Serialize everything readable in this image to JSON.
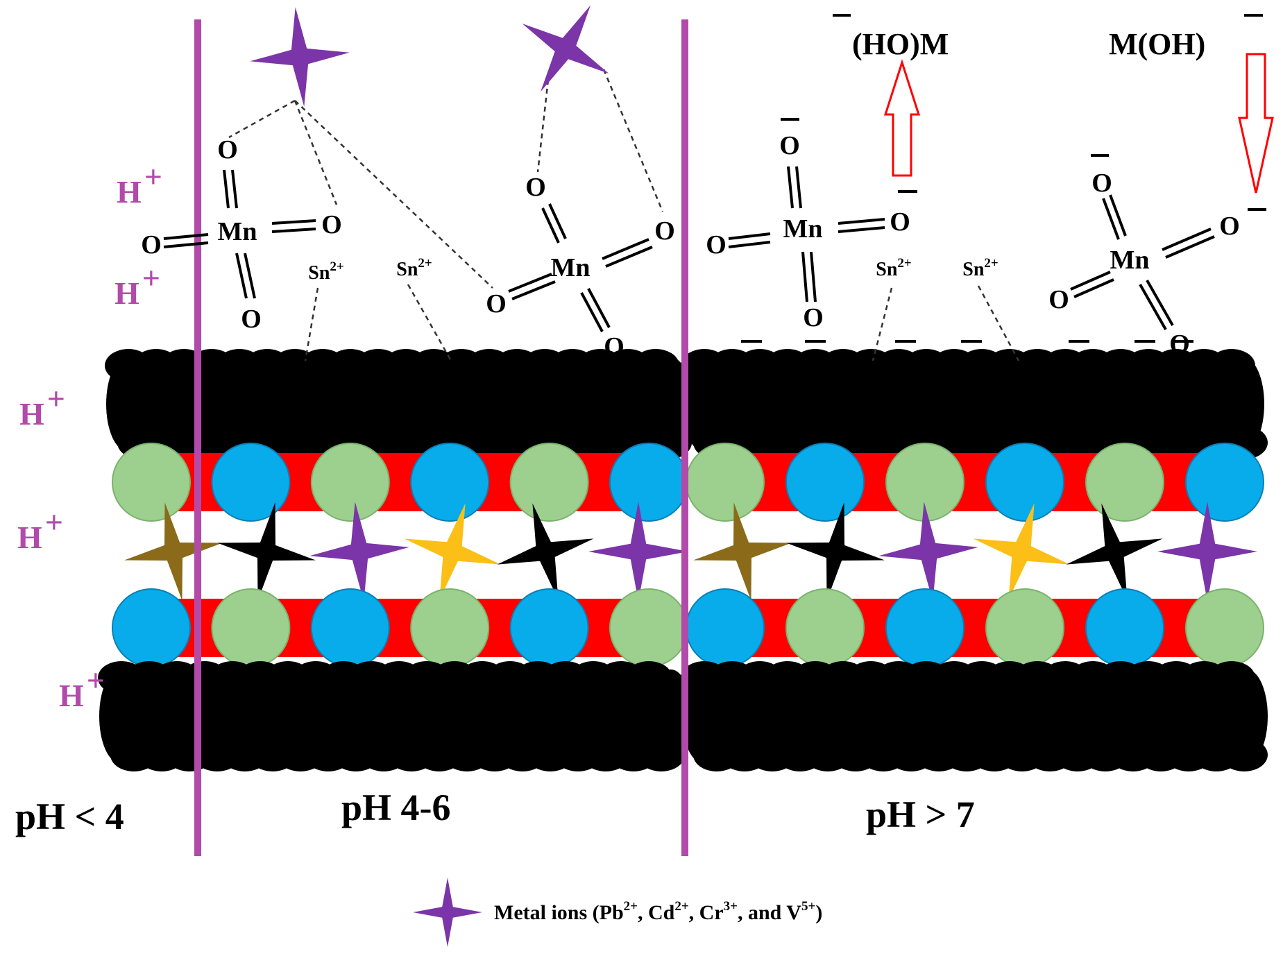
{
  "colors": {
    "divider": "#b24aa9",
    "proton": "#b24aa9",
    "graphene": "#000000",
    "sphere_green": "#9dd08e",
    "sphere_blue": "#09acea",
    "bond_red": "#ff0000",
    "star_purple": "#7b35a8",
    "star_black": "#000000",
    "star_gold": "#fbbf17",
    "star_brown": "#8b6b1a",
    "arrow_red": "#ff0000"
  },
  "labels": {
    "proton_symbol": "H",
    "proton_charge": "+",
    "manganese": "Mn",
    "oxygen": "O",
    "tin": "Sn",
    "tin_charge": "2+",
    "negative_charge": "−"
  },
  "regions": {
    "acidic": "pH < 4",
    "intermediate": "pH 4-6",
    "basic": "pH > 7"
  },
  "hydroxides": {
    "left": "(HO)M",
    "right": "M(OH)"
  },
  "legend": {
    "icon": "purple-star-icon",
    "prefix": "Metal ions (Pb",
    "pb_charge": "2+",
    "sep1": ", Cd",
    "cd_charge": "2+",
    "sep2": ", Cr",
    "cr_charge": "3+",
    "sep3": ", and V",
    "v_charge": "5+",
    "suffix": ")"
  }
}
